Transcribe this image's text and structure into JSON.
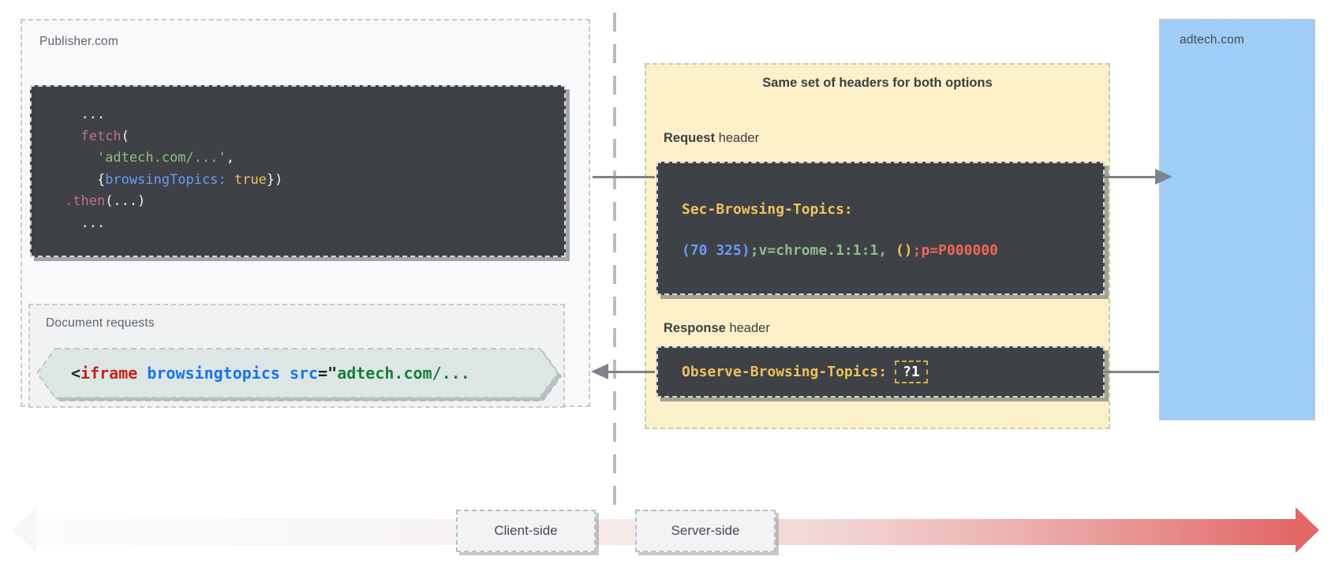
{
  "publisher": {
    "label": "Publisher.com",
    "code_tokens": [
      {
        "text": "  ...\n  "
      },
      {
        "text": "fetch"
      },
      {
        "text": "(\n    "
      },
      {
        "text": "'adtech.com/...'"
      },
      {
        "text": ",\n    {"
      },
      {
        "text": "browsingTopics:"
      },
      {
        "text": " "
      },
      {
        "text": "true"
      },
      {
        "text": "})\n"
      },
      {
        "text": ".then"
      },
      {
        "text": "(...)\n  ..."
      }
    ],
    "document_requests": {
      "label": "Document requests",
      "code_tokens": [
        {
          "text": "<"
        },
        {
          "text": "iframe"
        },
        {
          "text": " "
        },
        {
          "text": "browsingtopics"
        },
        {
          "text": " "
        },
        {
          "text": "src"
        },
        {
          "text": "=\""
        },
        {
          "text": "adtech.com/..."
        }
      ]
    }
  },
  "headers_panel": {
    "title": "Same set of headers for both options",
    "request": {
      "label_bold": "Request",
      "label_rest": " header",
      "header_name": "Sec-Browsing-Topics:",
      "value_tokens": [
        {
          "text": "(70 325)"
        },
        {
          "text": ";v=chrome.1:1:1,"
        },
        {
          "text": " "
        },
        {
          "text": "()"
        },
        {
          "text": ";p=P000000"
        }
      ]
    },
    "response": {
      "label_bold": "Response",
      "label_rest": " header",
      "header_name": "Observe-Browsing-Topics:",
      "header_value": "?1"
    }
  },
  "adtech": {
    "label": "adtech.com"
  },
  "timeline": {
    "client_label": "Client-side",
    "server_label": "Server-side"
  },
  "colors": {
    "panel_yellow": "#fcf0c9",
    "panel_border_green": "#b6d3aa",
    "adtech_blue": "#9ecdf8",
    "code_dark_bg": "#3e4145",
    "hexagon_teal": "#dce6e4",
    "gradient_red": "#e26765",
    "token_gold": "#efc05f",
    "token_blue": "#669df6",
    "token_green": "#81c995",
    "token_red": "#ee675c",
    "token_pink": "#c06e97",
    "light_code_red": "#c5221f",
    "light_code_blue": "#1a73e8",
    "light_code_green": "#188038"
  }
}
